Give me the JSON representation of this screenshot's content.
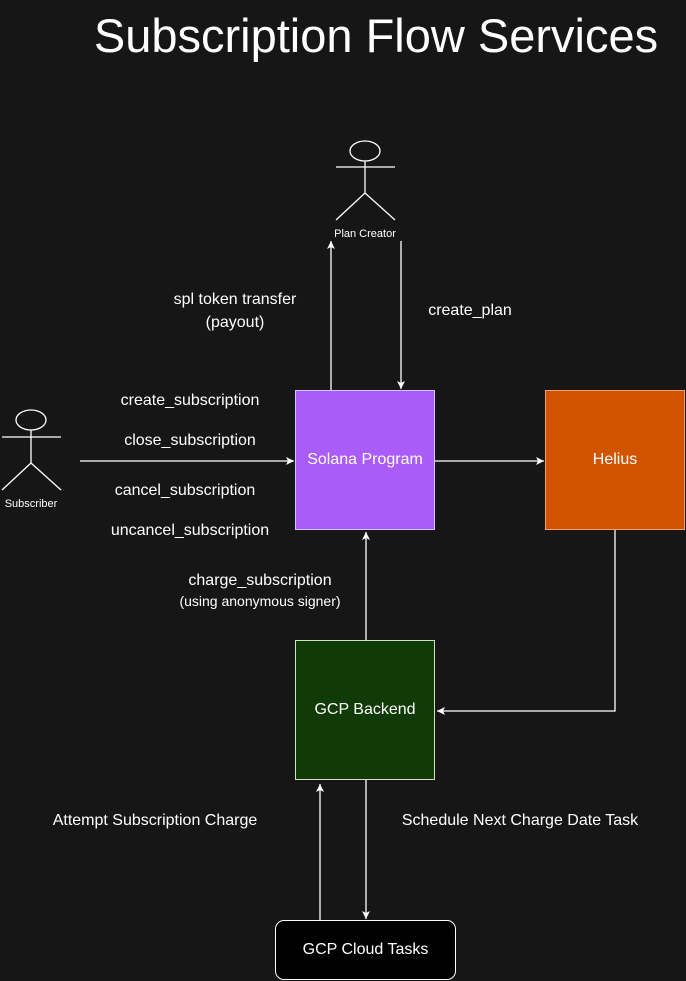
{
  "title": "Subscription Flow Services",
  "actors": {
    "plan_creator": "Plan Creator",
    "subscriber": "Subscriber"
  },
  "nodes": {
    "solana_program": "Solana Program",
    "helius": "Helius",
    "gcp_backend": "GCP Backend",
    "gcp_cloud_tasks": "GCP Cloud Tasks"
  },
  "labels": {
    "spl_transfer_line1": "spl token transfer",
    "spl_transfer_line2": "(payout)",
    "create_plan": "create_plan",
    "create_subscription": "create_subscription",
    "close_subscription": "close_subscription",
    "cancel_subscription": "cancel_subscription",
    "uncancel_subscription": "uncancel_subscription",
    "charge_subscription": "charge_subscription",
    "charge_subscription_note": "(using anonymous signer)",
    "attempt_charge": "Attempt Subscription Charge",
    "schedule_next": "Schedule Next Charge Date Task"
  },
  "colors": {
    "background": "#161616",
    "solana_program": "#a95cf7",
    "helius": "#d35400",
    "gcp_backend": "#103a06",
    "gcp_cloud_tasks": "#000000",
    "lines": "#ffffff"
  }
}
